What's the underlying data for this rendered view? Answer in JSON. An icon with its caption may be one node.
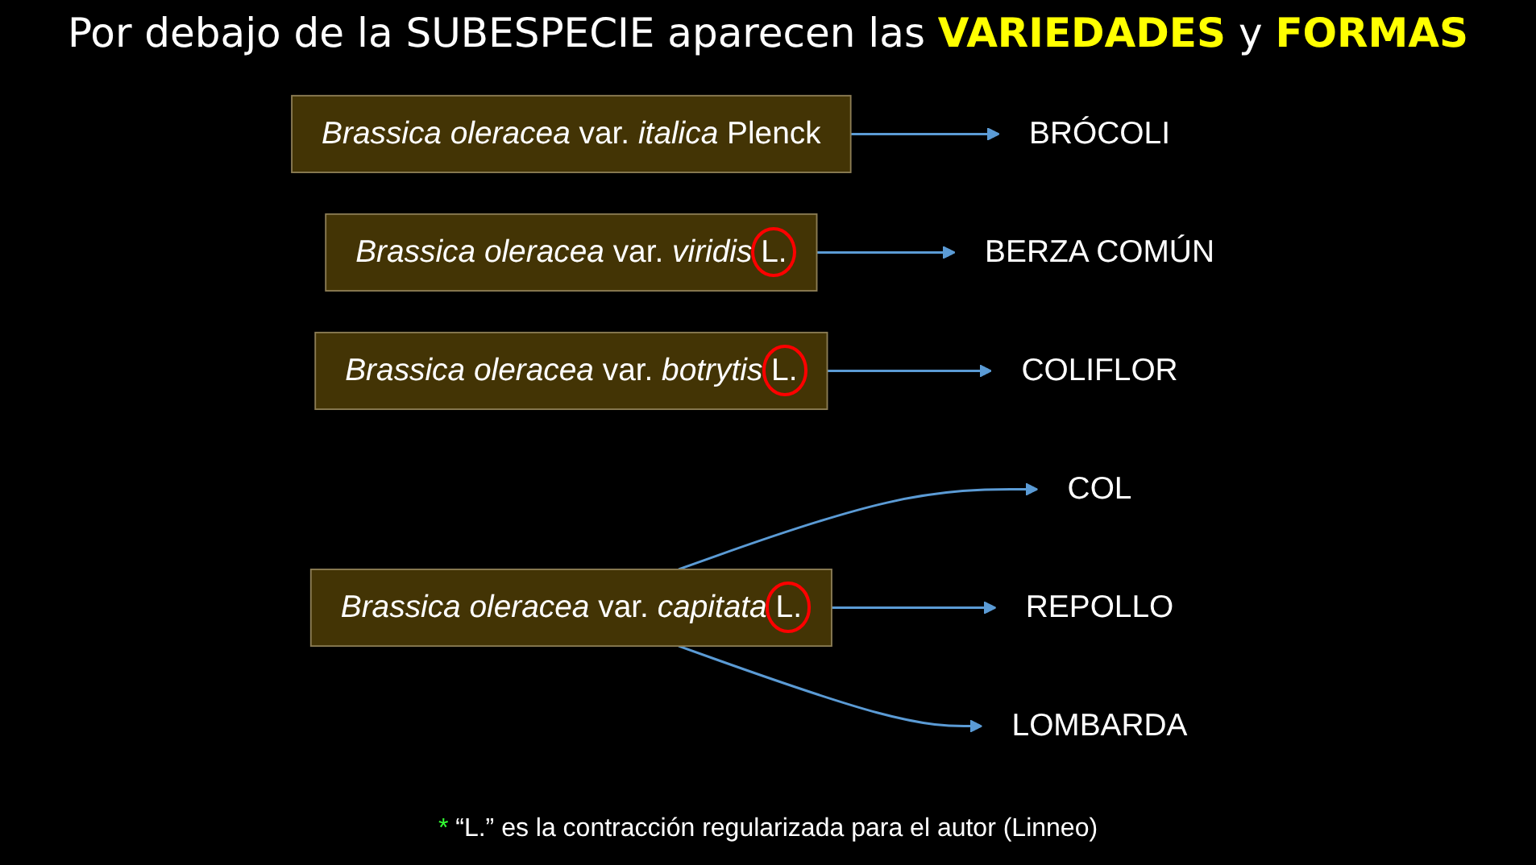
{
  "diagram": {
    "title": "Por debajo de la SUBESPECIE aparecen las **VARIEDADES** y **FORMAS**",
    "caption": "* “L.” es la contracción regularizada para el autor (Linneo)",
    "nodes": [
      {
        "text": [
          "*Brassica oleracea* var. *italica* Plenck"
        ]
      },
      {
        "text": [
          "BRÓCOLI"
        ]
      },
      {
        "text": [
          "*Brassica oleracea* var. *viridis* L."
        ]
      },
      {
        "text": [
          "BERZA COMÚN"
        ]
      },
      {
        "text": [
          "*Brassica oleracea* var. *botrytis* L."
        ]
      },
      {
        "text": [
          "COLIFLOR"
        ]
      },
      {
        "text": [
          "*Brassica oleracea* var. *capitata* L."
        ]
      },
      {
        "text": [
          "COL"
        ]
      },
      {
        "text": [
          "REPOLLO"
        ]
      },
      {
        "text": [
          "LOMBARDA"
        ]
      }
    ],
    "edges": [
      {
        "from": 0,
        "to": 1,
        "arrow": "to"
      },
      {
        "from": 2,
        "to": 3,
        "arrow": "to"
      },
      {
        "from": 4,
        "to": 5,
        "arrow": "to"
      },
      {
        "from": 6,
        "to": 7,
        "arrow": "to"
      },
      {
        "from": 6,
        "to": 8,
        "arrow": "to"
      },
      {
        "from": 6,
        "to": 9,
        "arrow": "to"
      }
    ]
  }
}
